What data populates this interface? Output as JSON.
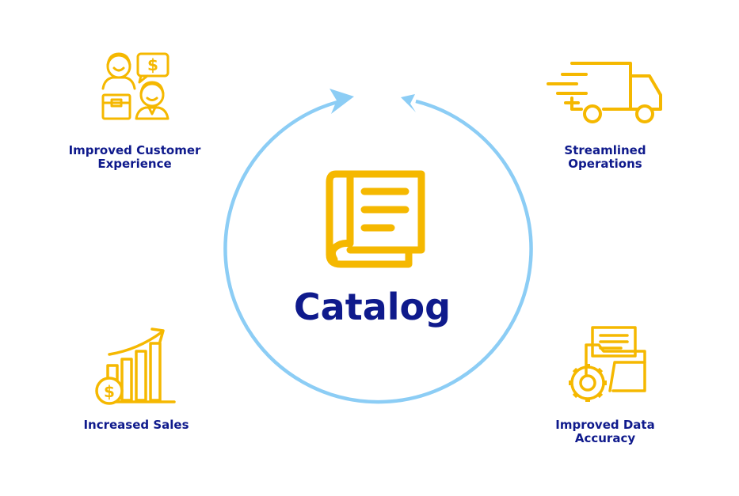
{
  "diagram": {
    "center_title": "Catalog",
    "center_icon": "catalog-book-icon",
    "benefits": [
      {
        "id": "customer",
        "label": "Improved Customer\nExperience",
        "icon": "customer-service-icon"
      },
      {
        "id": "operations",
        "label": "Streamlined\nOperations",
        "icon": "delivery-truck-icon"
      },
      {
        "id": "sales",
        "label": "Increased Sales",
        "icon": "sales-growth-chart-icon"
      },
      {
        "id": "accuracy",
        "label": "Improved Data\nAccuracy",
        "icon": "folder-gear-icon"
      }
    ]
  },
  "colors": {
    "icon": "#f5b800",
    "text": "#0f1a8c",
    "cycle": "#8ccdf5"
  }
}
